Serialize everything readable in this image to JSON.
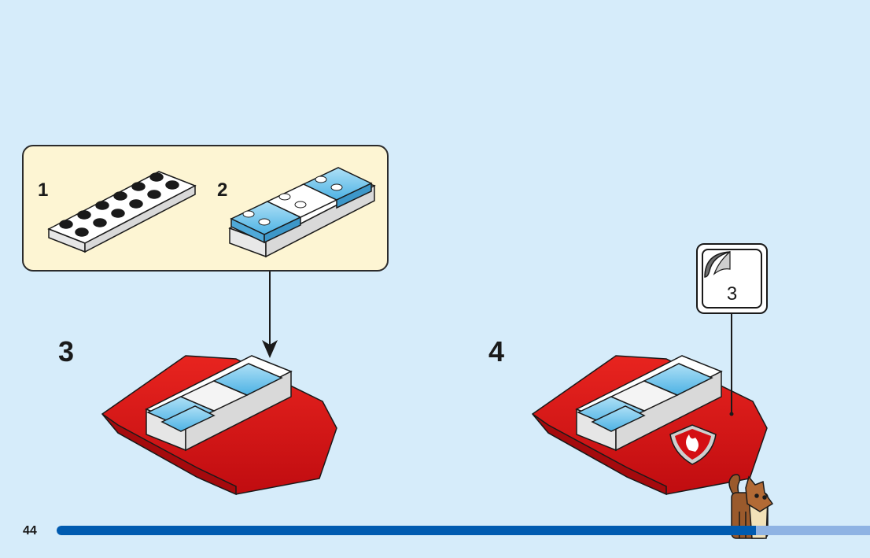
{
  "callout": {
    "substeps": [
      {
        "number": "1"
      },
      {
        "number": "2"
      }
    ]
  },
  "steps": [
    {
      "number": "3"
    },
    {
      "number": "4"
    }
  ],
  "sticker": {
    "number": "3"
  },
  "footer": {
    "page_number": "44",
    "progress_fraction": 0.86,
    "colors": {
      "fill": "#005bb0",
      "track": "#8fb3e3"
    }
  },
  "colors": {
    "background": "#d6ecfa",
    "callout_bg": "#fdf5d3",
    "red_part": "#d40f14",
    "trans_light_blue": "#6cc3ec",
    "white_part": "#ffffff"
  },
  "icons": [
    "sticker-sheet-icon",
    "fire-shield-sticker-icon",
    "cat-minifig-icon",
    "arrow-down-icon"
  ]
}
